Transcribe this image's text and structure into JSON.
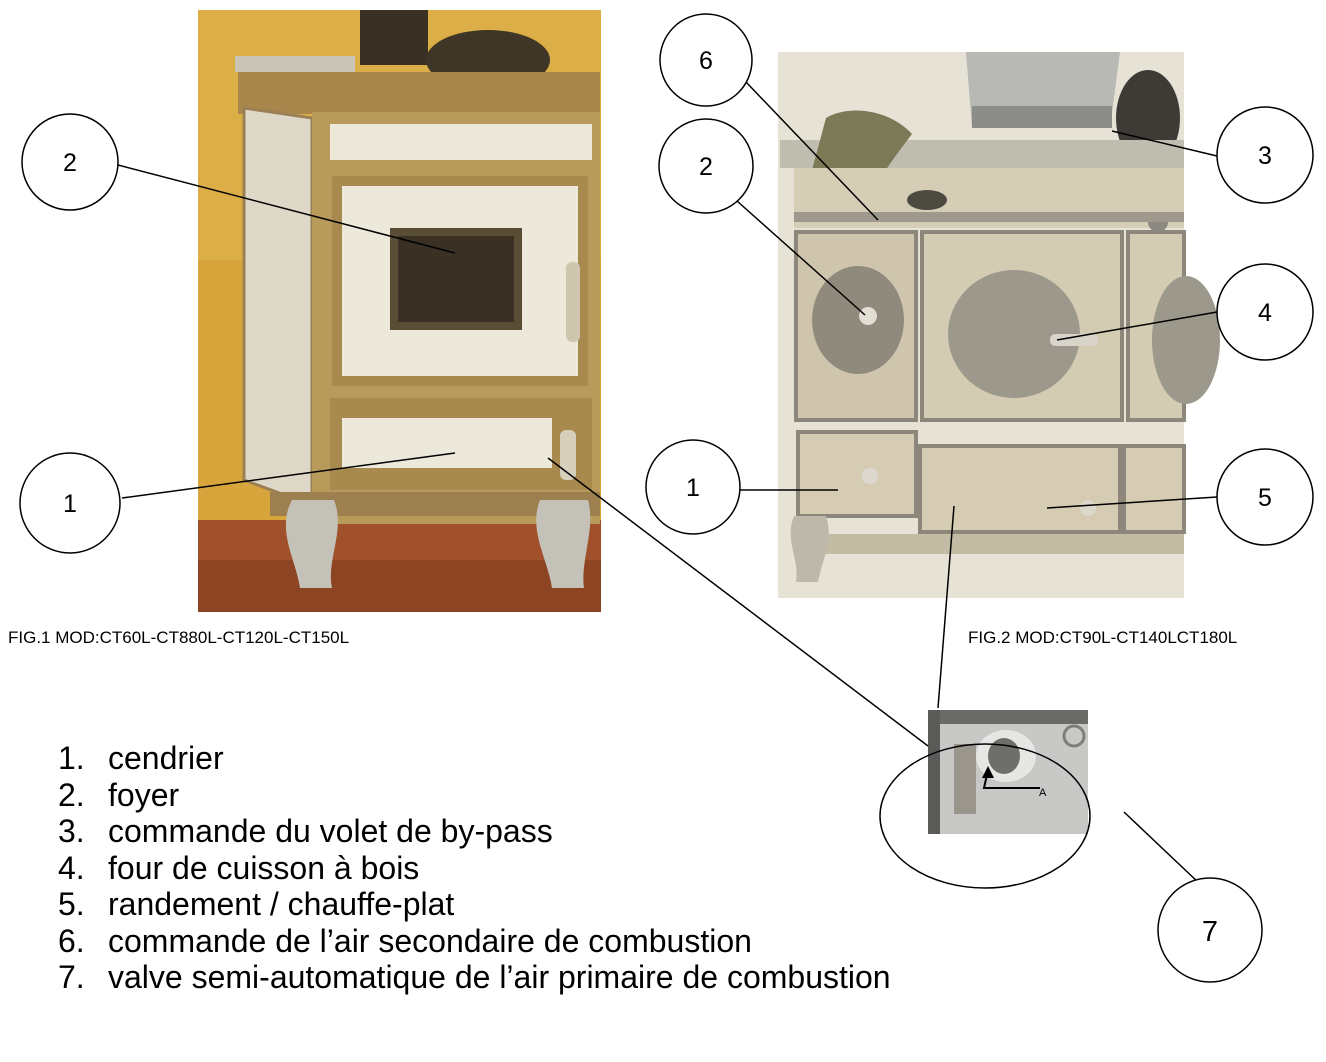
{
  "figures": {
    "fig1_caption": "FIG.1 MOD:CT60L-CT880L-CT120L-CT150L",
    "fig2_caption": "FIG.2 MOD:CT90L-CT140LCT180L",
    "detail_marker": "A"
  },
  "callouts": [
    "1",
    "2",
    "2",
    "1",
    "6",
    "3",
    "4",
    "5",
    "7"
  ],
  "legend": [
    {
      "num": "1.",
      "text": "cendrier"
    },
    {
      "num": "2.",
      "text": "foyer"
    },
    {
      "num": "3.",
      "text": "commande du volet de by-pass"
    },
    {
      "num": "4.",
      "text": "four de cuisson à bois"
    },
    {
      "num": "5.",
      "text": "randement / chauffe-plat"
    },
    {
      "num": "6.",
      "text": "commande de l’air secondaire de combustion"
    },
    {
      "num": "7.",
      "text": "valve semi-automatique de l’air primaire de combustion"
    }
  ],
  "colors": {
    "line": "#000000",
    "stove1_brass": "#b89a5a",
    "stove1_tile": "#ece8da",
    "stove2_steel": "#d8cfbb",
    "floor": "#a0502a",
    "wall": "#d8a43c"
  }
}
